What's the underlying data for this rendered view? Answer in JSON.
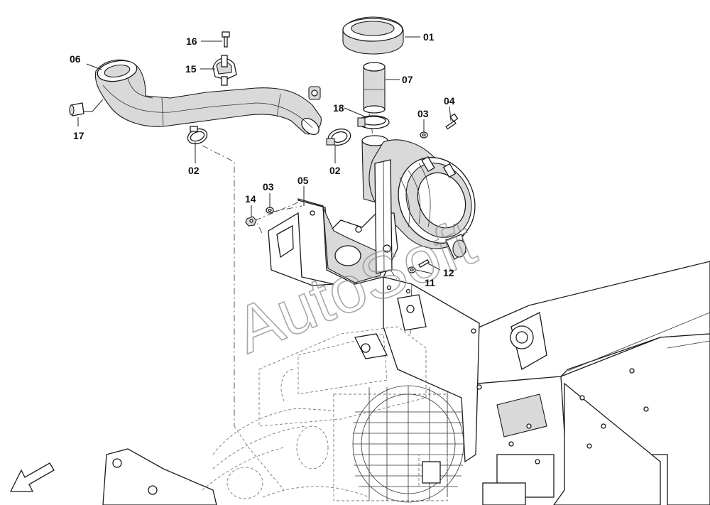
{
  "callouts": {
    "c01": "01",
    "c02a": "02",
    "c02b": "02",
    "c03a": "03",
    "c03b": "03",
    "c04": "04",
    "c05": "05",
    "c06": "06",
    "c07": "07",
    "c11": "11",
    "c12": "12",
    "c14": "14",
    "c15": "15",
    "c16": "16",
    "c17": "17",
    "c18": "18"
  },
  "watermark": "AutoSoft",
  "colors": {
    "line": "#1a1a1a",
    "shade": "#d9d9d9",
    "background": "#ffffff"
  },
  "icons": {
    "direction_arrow": "arrow-down-left-icon"
  }
}
